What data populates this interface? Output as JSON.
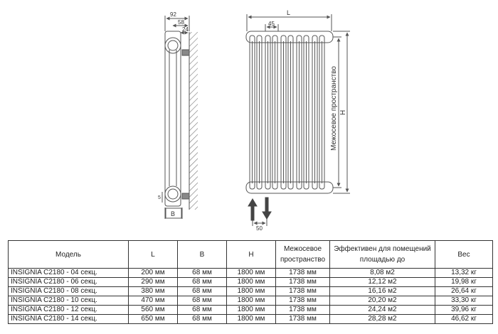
{
  "drawing": {
    "side_view": {
      "dim_total": "92",
      "dim_mid": "58",
      "dim_inner": "24",
      "dim_bottom": "5",
      "label_b": "B"
    },
    "front_view": {
      "dim_length": "L",
      "dim_section": "45",
      "dim_height": "H",
      "vertical_label": "Межосевое пространство",
      "dim_connection": "50"
    }
  },
  "table": {
    "headers": {
      "model": "Модель",
      "l": "L",
      "b": "B",
      "h": "H",
      "axis_line1": "Межосевое",
      "axis_line2": "пространство",
      "area_line1": "Эффективен для помещений",
      "area_line2": "площадью до",
      "weight": "Вес"
    },
    "rows": [
      {
        "model": "INSIGNIA C2180 - 04 секц.",
        "l": "200 мм",
        "b": "68 мм",
        "h": "1800 мм",
        "axis": "1738 мм",
        "area": "8,08 м2",
        "weight": "13,32 кг"
      },
      {
        "model": "INSIGNIA C2180 - 06 секц.",
        "l": "290 мм",
        "b": "68 мм",
        "h": "1800 мм",
        "axis": "1738 мм",
        "area": "12,12 м2",
        "weight": "19,98 кг"
      },
      {
        "model": "INSIGNIA C2180 - 08 секц.",
        "l": "380 мм",
        "b": "68 мм",
        "h": "1800 мм",
        "axis": "1738 мм",
        "area": "16,16 м2",
        "weight": "26,64 кг"
      },
      {
        "model": "INSIGNIA C2180 - 10 секц.",
        "l": "470 мм",
        "b": "68 мм",
        "h": "1800 мм",
        "axis": "1738 мм",
        "area": "20,20 м2",
        "weight": "33,30 кг"
      },
      {
        "model": "INSIGNIA C2180 - 12 секц.",
        "l": "560 мм",
        "b": "68 мм",
        "h": "1800 мм",
        "axis": "1738 мм",
        "area": "24,24 м2",
        "weight": "39,96 кг"
      },
      {
        "model": "INSIGNIA C2180 - 14 секц.",
        "l": "650 мм",
        "b": "68 мм",
        "h": "1800 мм",
        "axis": "1738 мм",
        "area": "28,28 м2",
        "weight": "46,62 кг"
      }
    ]
  }
}
